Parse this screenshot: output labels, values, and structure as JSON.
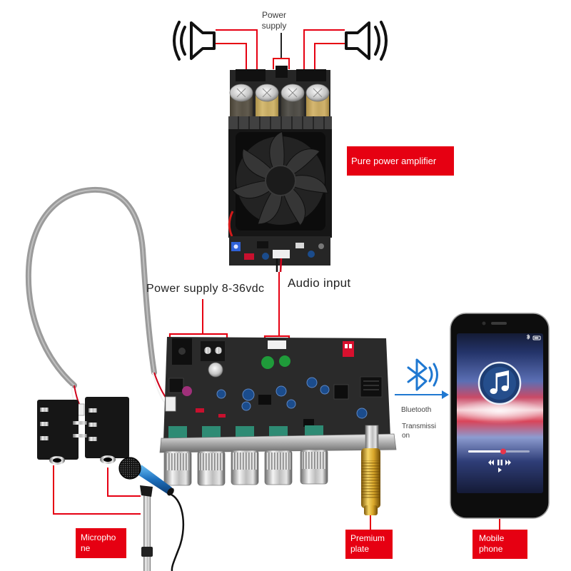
{
  "labels": {
    "power_supply": [
      "Power",
      "supply"
    ],
    "pure_power_amplifier": "Pure power amplifier",
    "power_supply_input": "Power supply 8-36vdc",
    "audio_input": "Audio input",
    "bluetooth": "Bluetooth",
    "transmission": [
      "Transmissi",
      "on"
    ],
    "microphone": [
      "Micropho",
      "ne"
    ],
    "premium_plate": [
      "Premium",
      "plate"
    ],
    "mobile_phone": [
      "Mobile",
      "phone"
    ]
  },
  "phone": {
    "playback_progress": 0.57
  },
  "icons": {
    "left_speaker": "speaker-icon",
    "right_speaker": "speaker-icon",
    "bluetooth": "bluetooth-icon",
    "transfer_arrow": "arrow-right-icon",
    "phone_album": "music-note-icon",
    "phone_controls": "media-controls-icon"
  },
  "colors": {
    "label_red": "#e60012",
    "bluetooth_blue": "#1f78d1",
    "cable_gray": "#9b9b9b",
    "board_black": "#2a2a2a",
    "phone_progress_dot": "#e8344a"
  }
}
